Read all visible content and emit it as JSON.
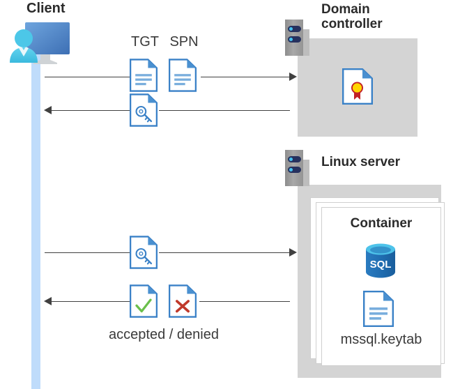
{
  "diagram": {
    "title_client": "Client",
    "title_domain_controller": "Domain\ncontroller",
    "title_linux_server": "Linux server",
    "title_container": "Container",
    "label_tgt": "TGT",
    "label_spn": "SPN",
    "label_keytab_file": "mssql.keytab",
    "label_accepted_denied": "accepted / denied",
    "icons": {
      "client": "client-workstation-icon",
      "server": "server-chassis-icon",
      "certificate": "certificate-document-icon",
      "ticket": "ticket-key-document-icon",
      "document": "text-document-icon",
      "accepted": "accepted-check-document-icon",
      "denied": "denied-cross-document-icon",
      "sql": "sql-database-icon"
    },
    "colors": {
      "accent_blue": "#3a81c7",
      "doc_fold": "#4a90d0",
      "lifeline": "#bfdcfb",
      "host_box": "#d4d4d4",
      "arrow": "#404040",
      "text": "#2b2b2b",
      "check_green": "#6abf4b",
      "cross_red": "#c0392b",
      "medal_gold": "#ffd400",
      "ribbon_red": "#c22026",
      "sql_blue": "#1f6cb0",
      "sql_top_cyan": "#4ec3ea",
      "server_navy": "#26315e",
      "server_dot_cyan": "#45c2f0"
    }
  }
}
